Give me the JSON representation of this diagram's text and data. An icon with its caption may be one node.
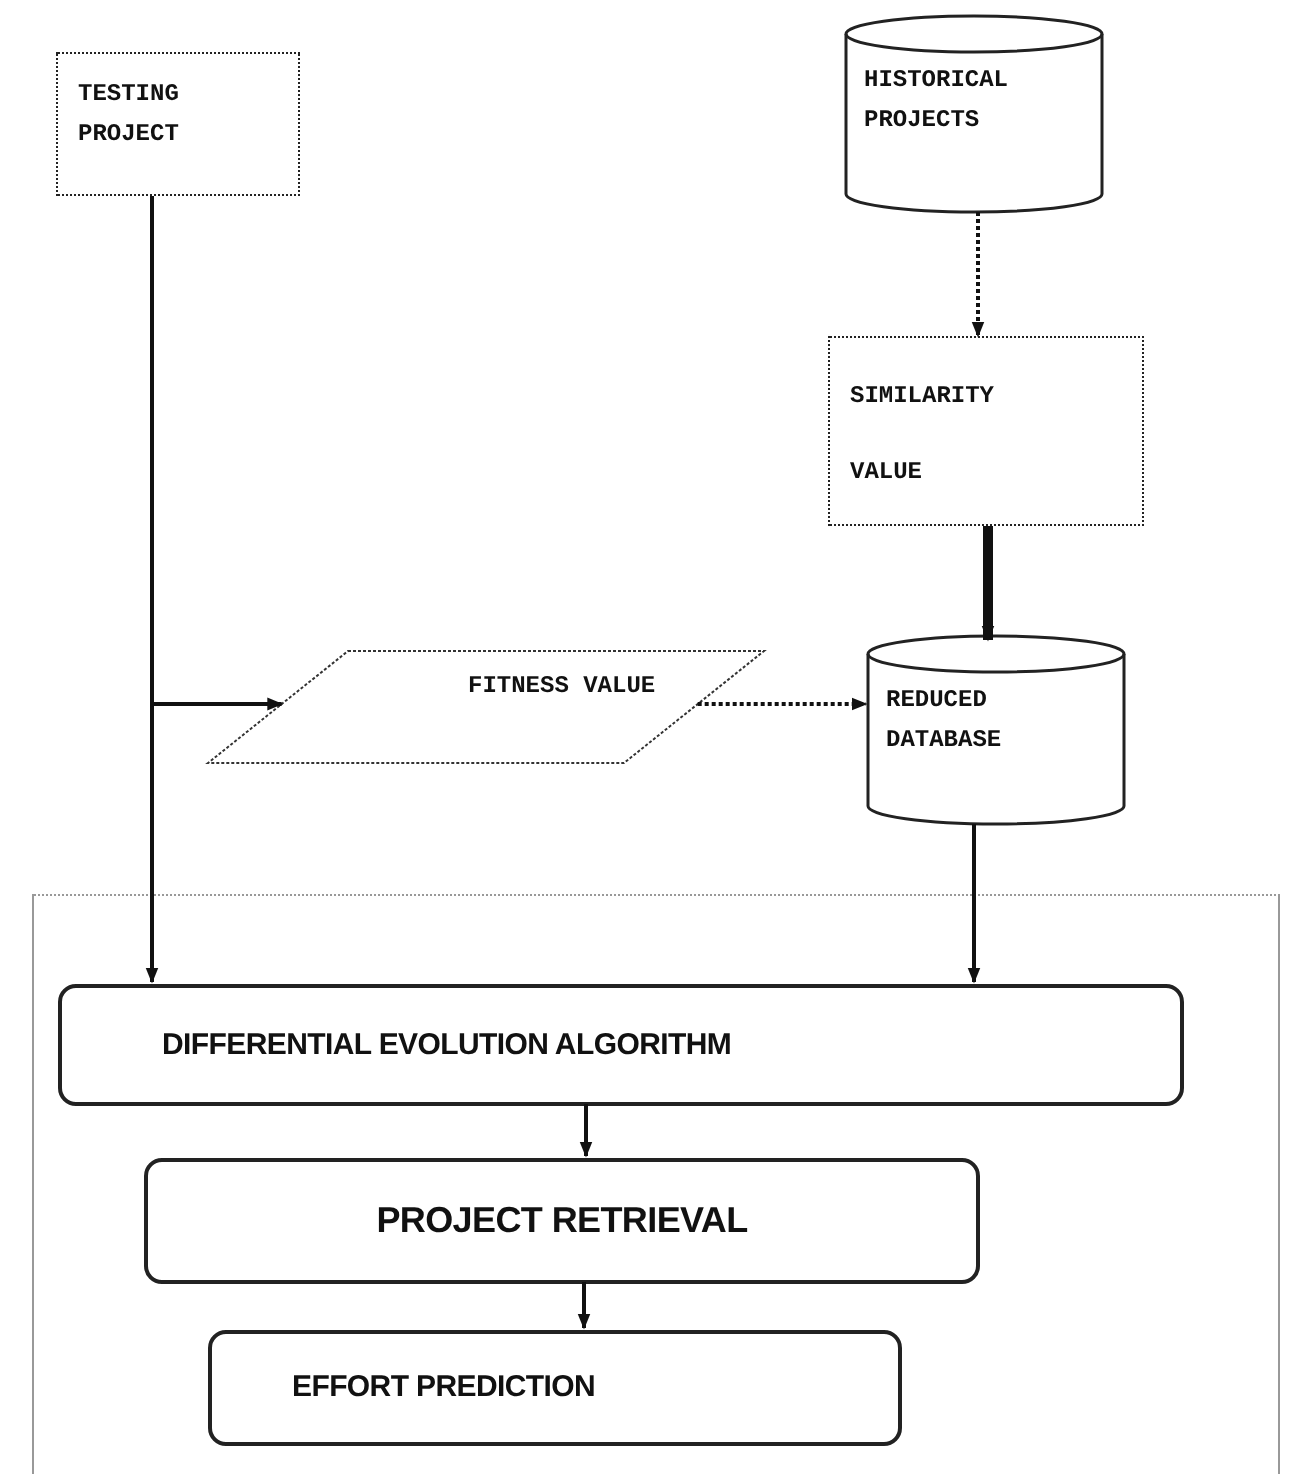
{
  "diagram": {
    "nodes": [
      {
        "text": [
          "TESTING PROJECT"
        ]
      },
      {
        "text": [
          "HISTORICAL PROJECTS"
        ]
      },
      {
        "text": [
          "SIMILARITY VALUE"
        ]
      },
      {
        "text": [
          "FITNESS VALUE"
        ]
      },
      {
        "text": [
          "REDUCED DATABASE"
        ]
      },
      {
        "text": [],
        "shape": "box"
      },
      {
        "text": [
          "DIFFERENTIAL EVOLUTION ALGORITHM"
        ],
        "in": 5
      },
      {
        "text": [
          "PROJECT RETRIEVAL"
        ],
        "in": 5
      },
      {
        "text": [
          "EFFORT PREDICTION"
        ],
        "in": 5
      }
    ],
    "edges": [
      {
        "from": 0,
        "to": 6,
        "arrow": "to"
      },
      {
        "from": 0,
        "to": 3,
        "arrow": "to"
      },
      {
        "from": 3,
        "to": 4,
        "arrow": "to",
        "style": "dashed"
      },
      {
        "from": 1,
        "to": 2,
        "arrow": "to",
        "style": "dashed"
      },
      {
        "from": 2,
        "to": 4,
        "arrow": "to",
        "style": "thick"
      },
      {
        "from": 4,
        "to": 6,
        "arrow": "to"
      },
      {
        "from": 6,
        "to": 7,
        "arrow": "to"
      },
      {
        "from": 7,
        "to": 8,
        "arrow": "to"
      }
    ]
  }
}
